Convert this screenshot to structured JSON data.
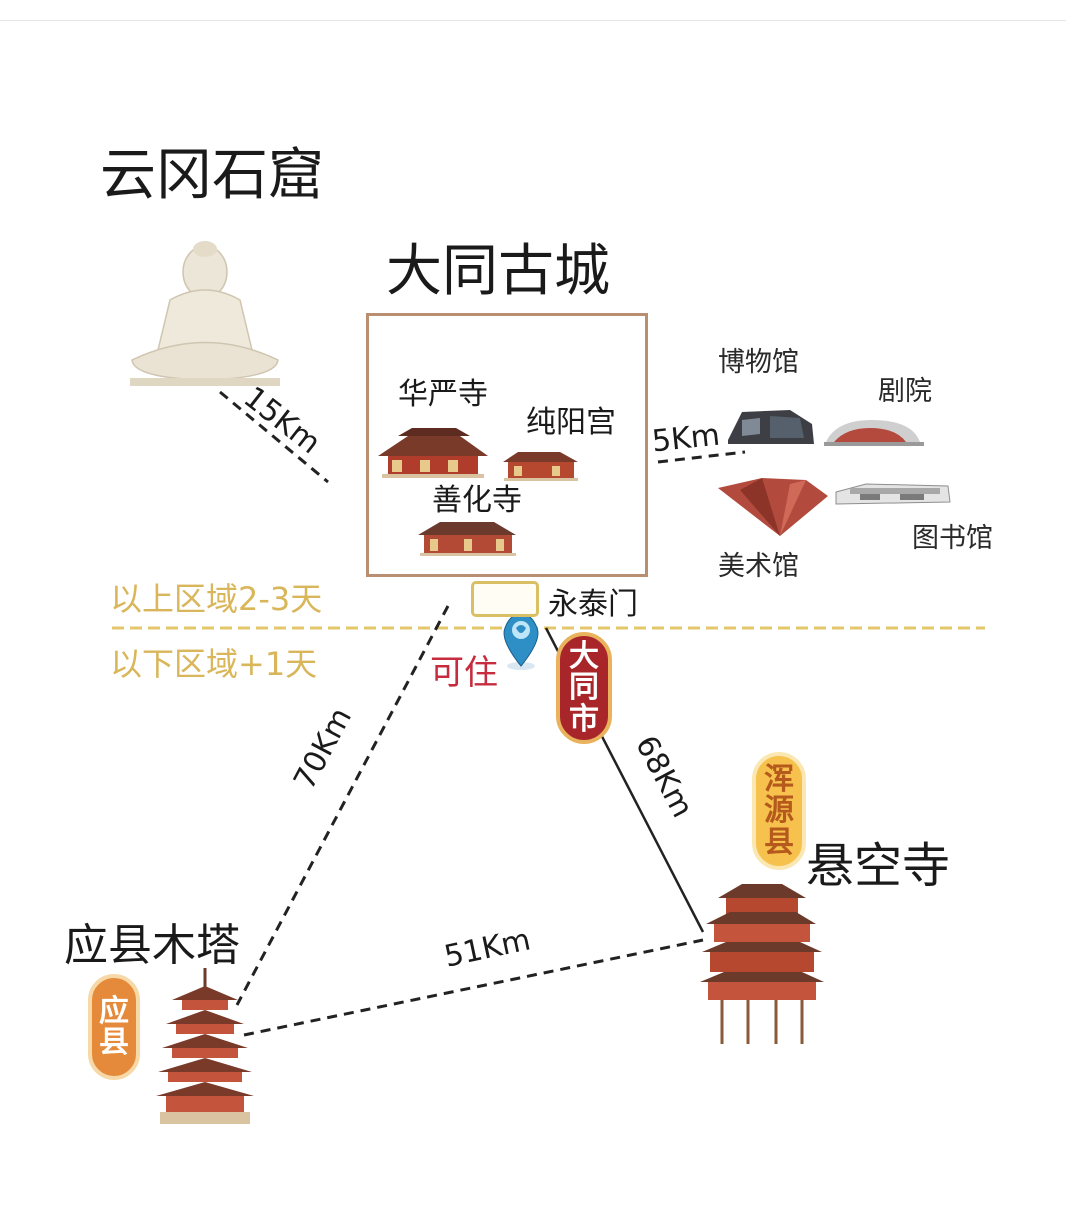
{
  "places": {
    "yungang": "云冈石窟",
    "old_city": "大同古城",
    "huayan": "华严寺",
    "chunyang": "纯阳宫",
    "shanhua": "善化寺",
    "museum": "博物馆",
    "theater": "剧院",
    "art_museum": "美术馆",
    "library": "图书馆",
    "yongtai_gate": "永泰门",
    "yingxian_tower": "应县木塔",
    "xuankong": "悬空寺"
  },
  "zones": {
    "above": "以上区域2-3天",
    "below": "以下区域+1天"
  },
  "stay_label": "可住",
  "badges": {
    "datong_city": [
      "大",
      "同",
      "市"
    ],
    "hunyuan": [
      "浑",
      "源",
      "县"
    ],
    "yingxian": [
      "应",
      "县"
    ]
  },
  "distances": {
    "yungang_city": "15Km",
    "city_culture": "5Km",
    "city_yingxian": "70Km",
    "city_xuankong": "68Km",
    "yingxian_xuankong": "51Km"
  },
  "colors": {
    "zone_line": "#e3c76a",
    "zone_text": "#d9b65a",
    "stay_text": "#c62c3e",
    "badge_red": "#a8262a",
    "box_border": "#b98f72"
  },
  "icons": {
    "location": "location-pin-icon",
    "buddha": "buddha-statue-icon",
    "temple": "temple-icon",
    "pagoda": "pagoda-icon",
    "hanging_temple": "hanging-temple-icon"
  }
}
